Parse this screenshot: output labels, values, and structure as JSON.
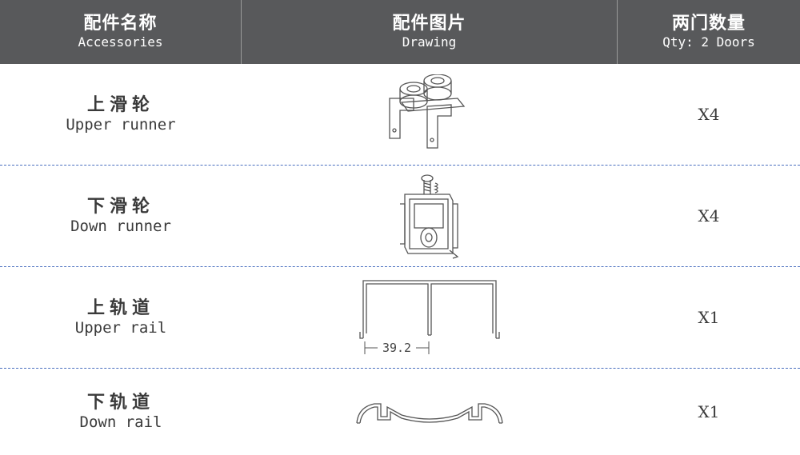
{
  "header": {
    "col1": {
      "cn": "配件名称",
      "en": "Accessories"
    },
    "col2": {
      "cn": "配件图片",
      "en": "Drawing"
    },
    "col3": {
      "cn": "两门数量",
      "en": "Qty: 2 Doors"
    }
  },
  "rows": [
    {
      "cn": "上滑轮",
      "en": "Upper runner",
      "qty": "X4",
      "icon": "upper-runner-drawing"
    },
    {
      "cn": "下滑轮",
      "en": "Down runner",
      "qty": "X4",
      "icon": "down-runner-drawing"
    },
    {
      "cn": "上轨道",
      "en": "Upper rail",
      "qty": "X1",
      "icon": "upper-rail-profile",
      "dimension": "39.2"
    },
    {
      "cn": "下轨道",
      "en": "Down rail",
      "qty": "X1",
      "icon": "down-rail-profile"
    }
  ],
  "colors": {
    "header_bg": "#58595b",
    "divider": "#4a6fbf"
  }
}
